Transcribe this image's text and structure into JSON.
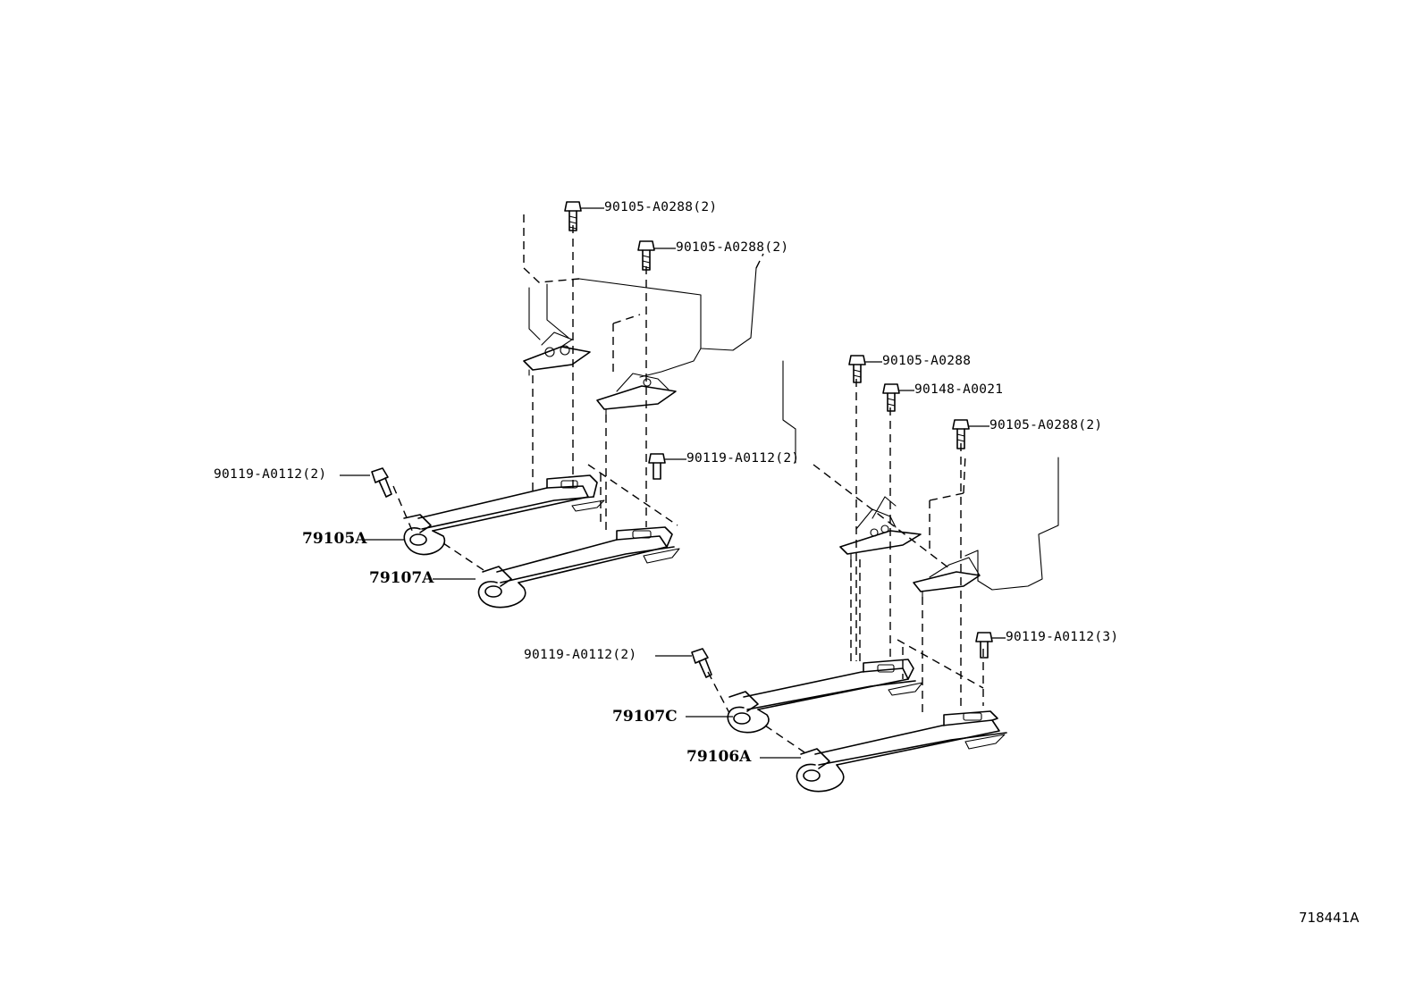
{
  "labels": {
    "l_top1": "90105-A0288(2)",
    "l_top2": "90105-A0288(2)",
    "l_left_bolt": "90119-A0112(2)",
    "l_mid_bolt": "90119-A0112(2)",
    "r_top1": "90105-A0288",
    "r_top2": "90148-A0021",
    "r_top3": "90105-A0288(2)",
    "r_right_bolt": "90119-A0112(3)",
    "r_left_bolt": "90119-A0112(2)"
  },
  "parts": {
    "p79105A": "79105A",
    "p79107A": "79107A",
    "p79107C": "79107C",
    "p79106A": "79106A"
  },
  "figure_id": "718441A"
}
